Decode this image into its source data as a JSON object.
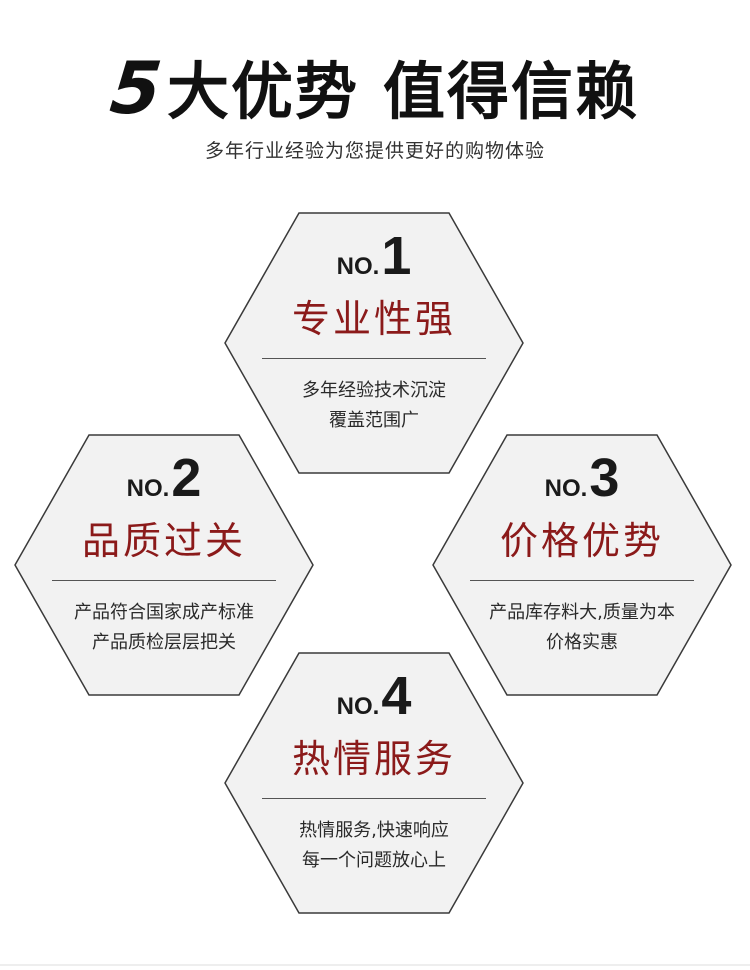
{
  "header": {
    "number": "5",
    "title_part1": "大优势",
    "title_part2": "值得信赖",
    "subtitle": "多年行业经验为您提供更好的购物体验"
  },
  "badges": [
    {
      "no_prefix": "NO.",
      "no_digit": "1",
      "title": "专业性强",
      "line1": "多年经验技术沉淀",
      "line2": "覆盖范围广"
    },
    {
      "no_prefix": "NO.",
      "no_digit": "2",
      "title": "品质过关",
      "line1": "产品符合国家成产标准",
      "line2": "产品质检层层把关"
    },
    {
      "no_prefix": "NO.",
      "no_digit": "3",
      "title": "价格优势",
      "line1": "产品库存料大,质量为本",
      "line2": "价格实惠"
    },
    {
      "no_prefix": "NO.",
      "no_digit": "4",
      "title": "热情服务",
      "line1": "热情服务,快速响应",
      "line2": "每一个问题放心上"
    }
  ],
  "colors": {
    "title_red": "#8b1a1a",
    "hex_fill": "#f2f2f2",
    "hex_stroke": "#3a3a3a"
  }
}
